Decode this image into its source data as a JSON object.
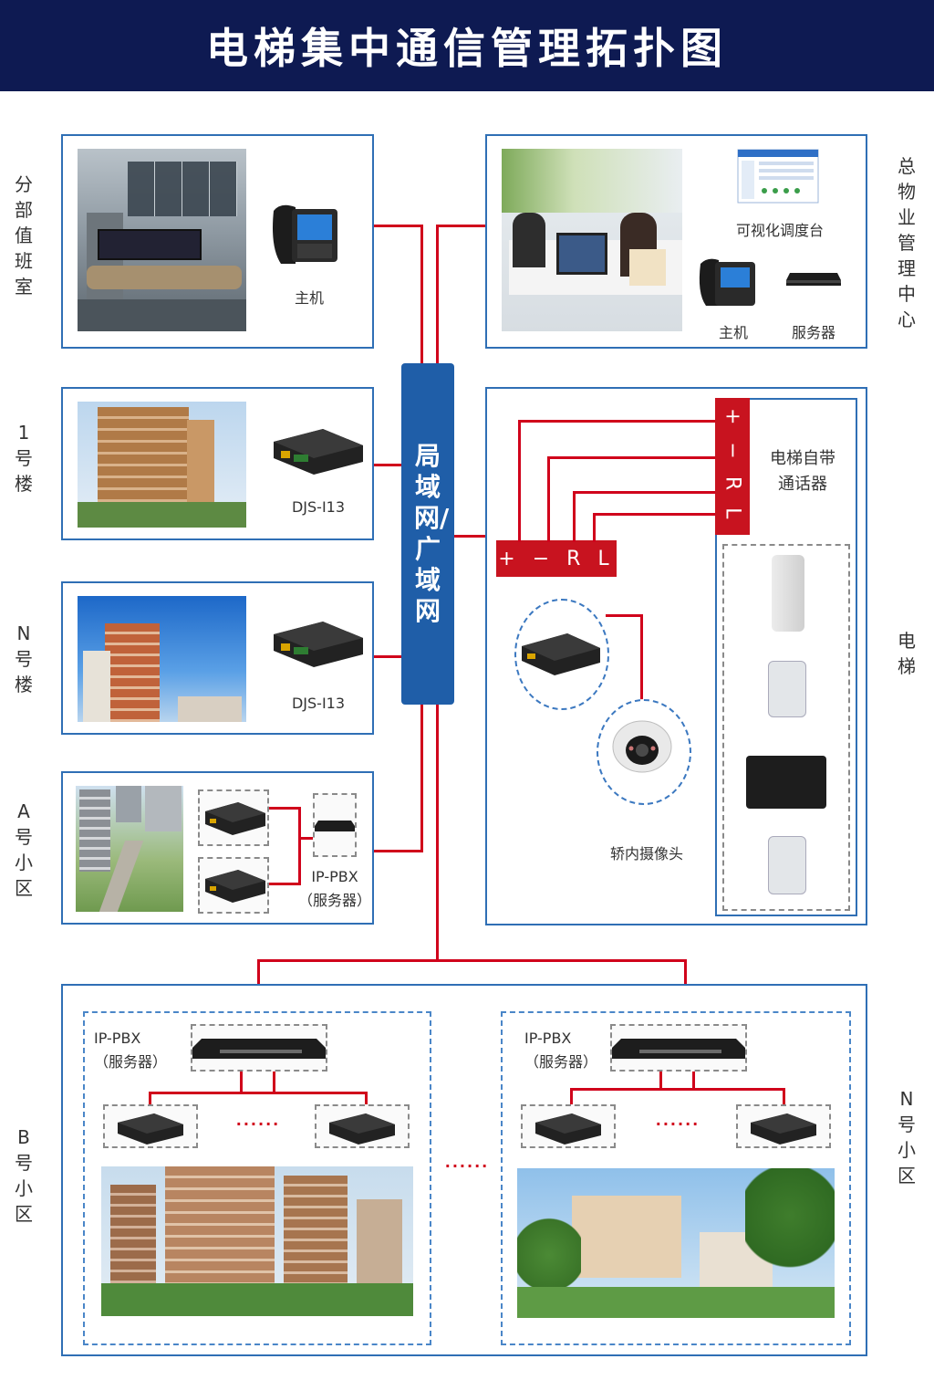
{
  "header": {
    "title": "电梯集中通信管理拓扑图"
  },
  "labels": {
    "branch_duty_room": "分部值班室",
    "hq_center": "总物业管理中心",
    "building_1": "1号楼",
    "building_n": "N号楼",
    "district_a": "A号小区",
    "elevator": "电梯",
    "district_b": "B号小区",
    "district_n": "N号小区"
  },
  "network": {
    "label": "局域网/广域网"
  },
  "devices": {
    "host": "主机",
    "visual_console": "可视化调度台",
    "server": "服务器",
    "djs_1": "DJS-I13",
    "djs_n": "DJS-I13",
    "ippbx_a_line1": "IP-PBX",
    "ippbx_a_line2": "（服务器）",
    "ippbx_b_line1": "IP-PBX",
    "ippbx_b_line2": "（服务器）",
    "ippbx_n_line1": "IP-PBX",
    "ippbx_n_line2": "（服务器）",
    "car_camera": "轿内摄像头",
    "elevator_intercom_line1": "电梯自带",
    "elevator_intercom_line2": "通话器"
  },
  "terminals": {
    "bottom": "+ − R L",
    "vertical": "+ − R L"
  },
  "ellipsis": "......",
  "colors": {
    "header_bg": "#0e1a52",
    "network_bg": "#1f5ea8",
    "line": "#d0021b",
    "border": "#2f6fb5"
  }
}
